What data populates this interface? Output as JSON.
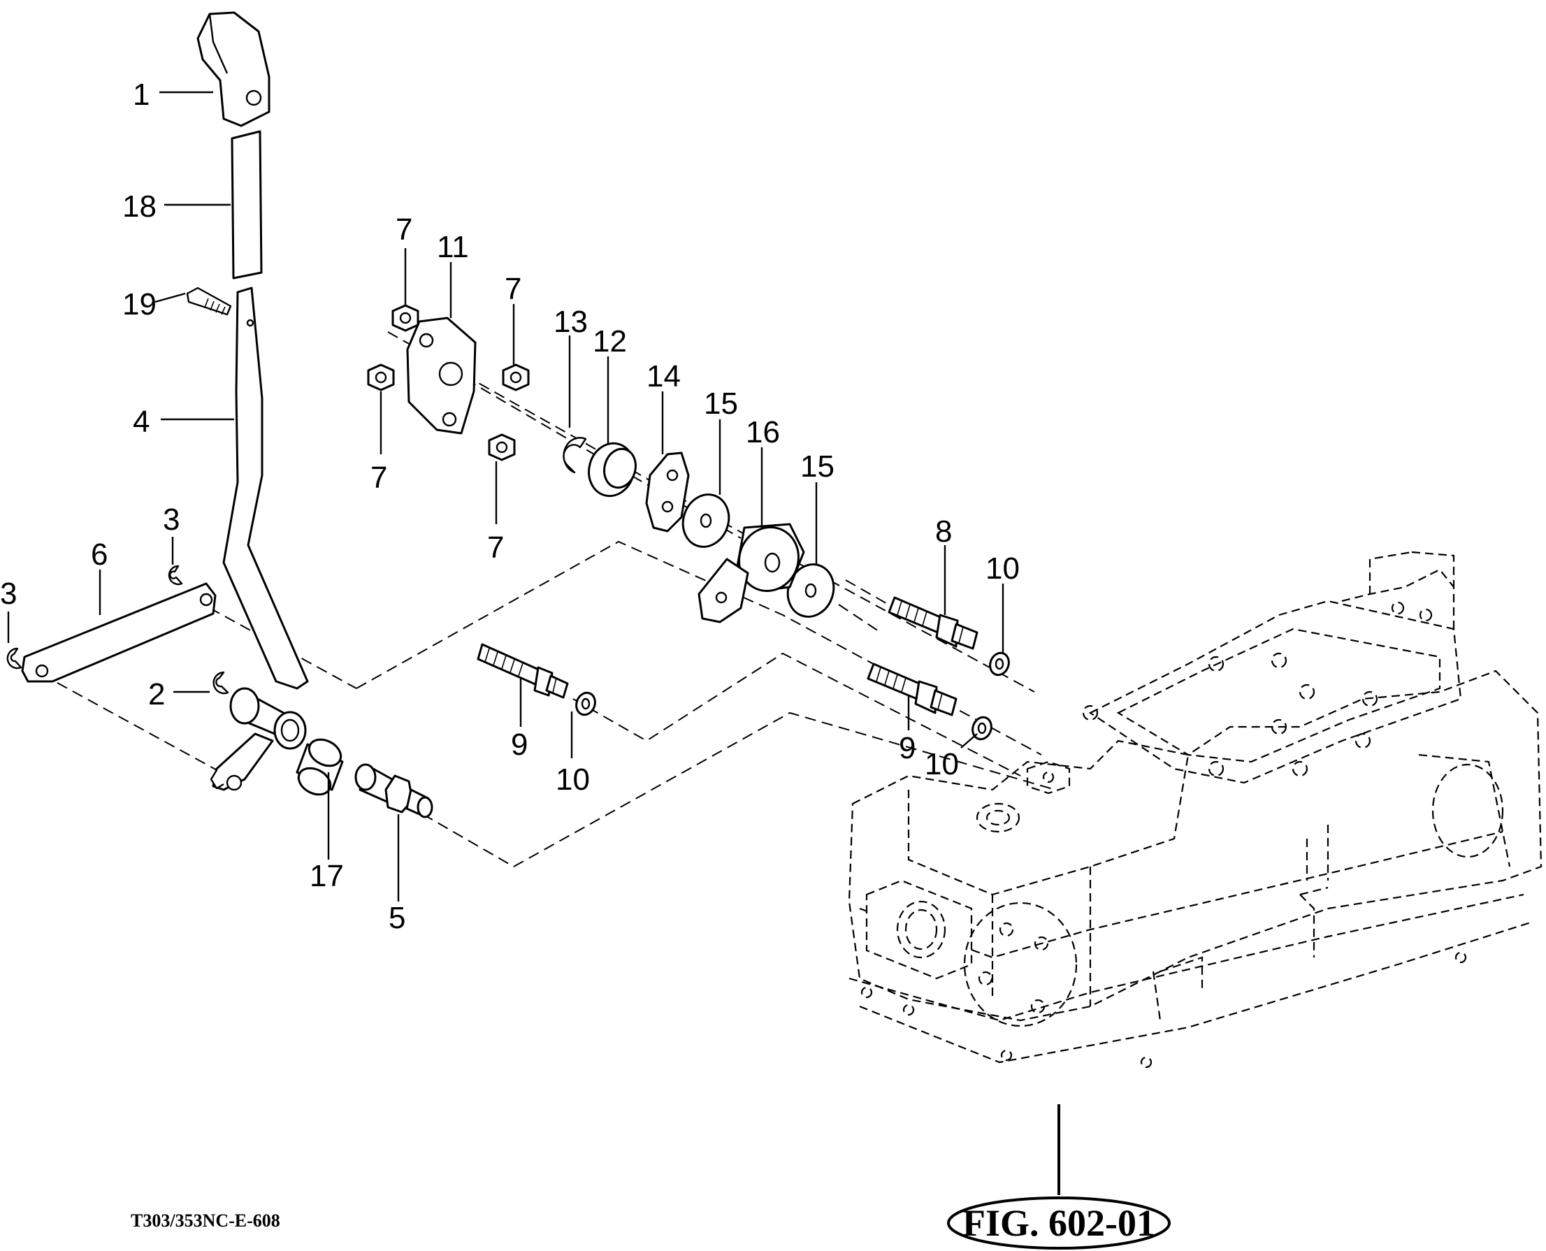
{
  "callouts": [
    {
      "id": "c1",
      "label": "1"
    },
    {
      "id": "c18",
      "label": "18"
    },
    {
      "id": "c19",
      "label": "19"
    },
    {
      "id": "c4",
      "label": "4"
    },
    {
      "id": "c3a",
      "label": "3"
    },
    {
      "id": "c3b",
      "label": "3"
    },
    {
      "id": "c6",
      "label": "6"
    },
    {
      "id": "c2",
      "label": "2"
    },
    {
      "id": "c17",
      "label": "17"
    },
    {
      "id": "c5",
      "label": "5"
    },
    {
      "id": "c7a",
      "label": "7"
    },
    {
      "id": "c11",
      "label": "11"
    },
    {
      "id": "c7b",
      "label": "7"
    },
    {
      "id": "c7c",
      "label": "7"
    },
    {
      "id": "c7d",
      "label": "7"
    },
    {
      "id": "c13",
      "label": "13"
    },
    {
      "id": "c12",
      "label": "12"
    },
    {
      "id": "c14",
      "label": "14"
    },
    {
      "id": "c15a",
      "label": "15"
    },
    {
      "id": "c16",
      "label": "16"
    },
    {
      "id": "c15b",
      "label": "15"
    },
    {
      "id": "c8",
      "label": "8"
    },
    {
      "id": "c10a",
      "label": "10"
    },
    {
      "id": "c9a",
      "label": "9"
    },
    {
      "id": "c10b",
      "label": "10"
    },
    {
      "id": "c9b",
      "label": "9"
    },
    {
      "id": "c10c",
      "label": "10"
    }
  ],
  "drawing_code": "T303/353NC-E-608",
  "figure_reference": "FIG. 602-01"
}
